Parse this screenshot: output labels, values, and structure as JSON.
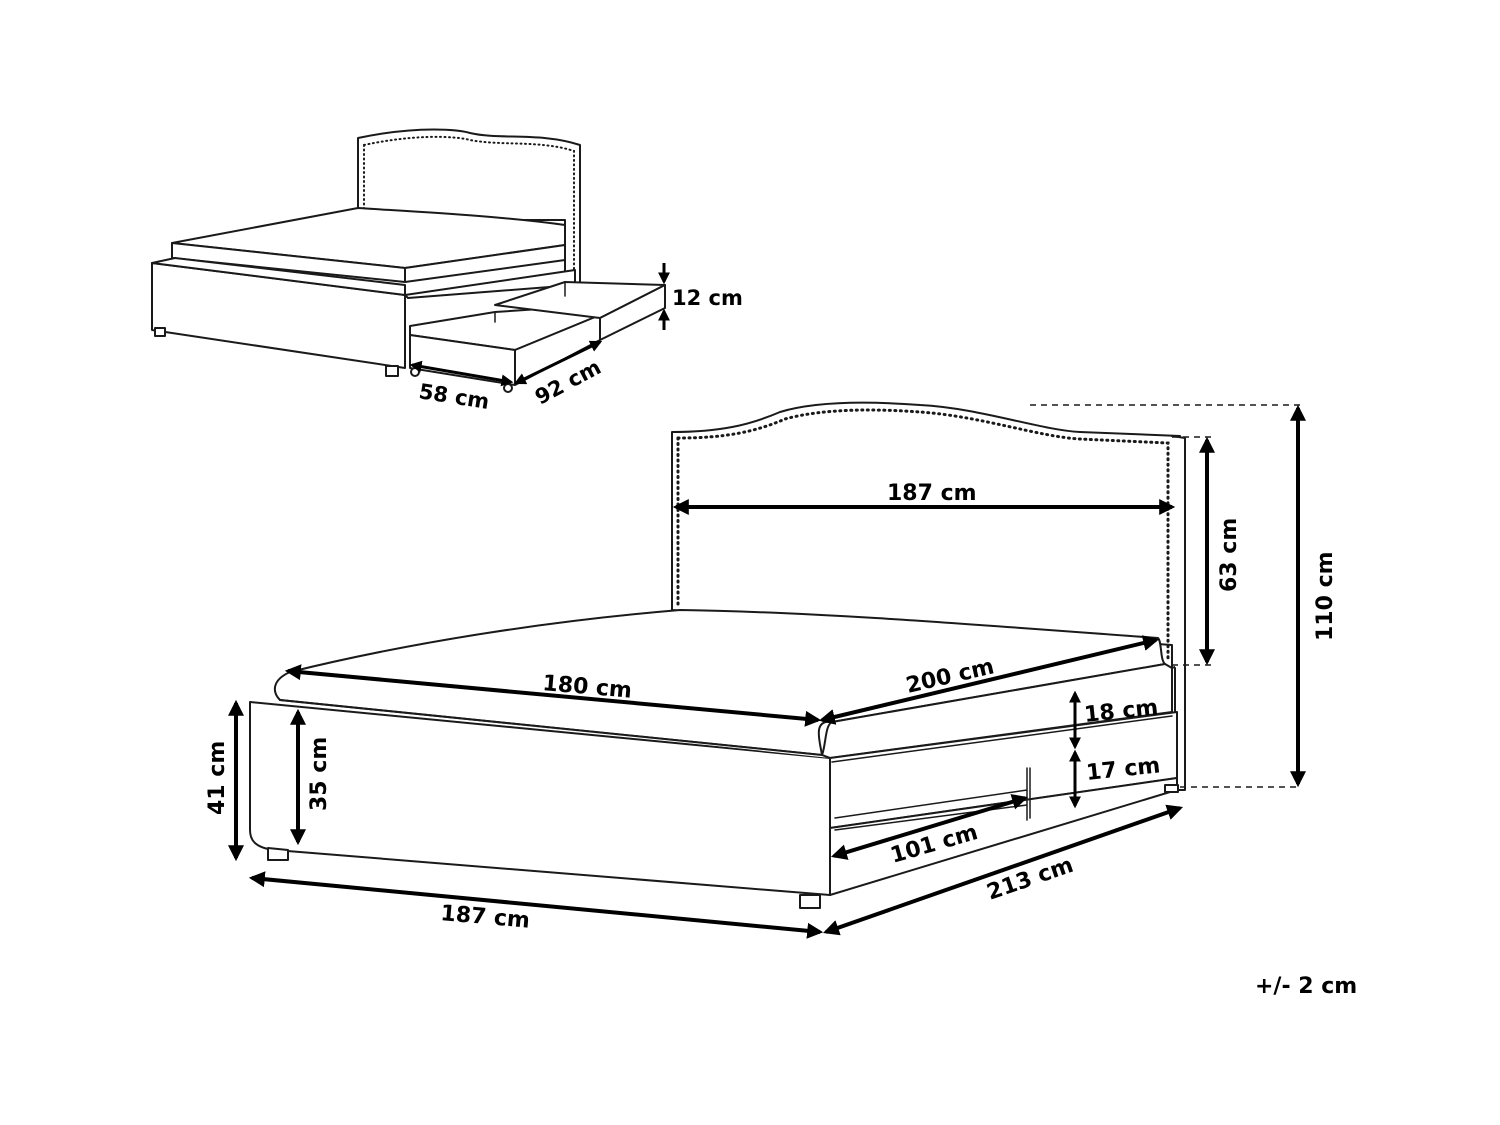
{
  "small_view": {
    "drawer_height": "12 cm",
    "drawer_width": "58 cm",
    "drawer_depth": "92 cm"
  },
  "main_view": {
    "headboard_width": "187 cm",
    "headboard_height": "63 cm",
    "total_height": "110 cm",
    "mattress_width": "180 cm",
    "mattress_length": "200 cm",
    "frame_upper_height": "18 cm",
    "frame_lower_height": "17 cm",
    "drawer_length": "101 cm",
    "total_length": "213 cm",
    "total_width": "187 cm",
    "bed_height": "41 cm",
    "frame_height": "35 cm"
  },
  "tolerance": "+/- 2 cm"
}
